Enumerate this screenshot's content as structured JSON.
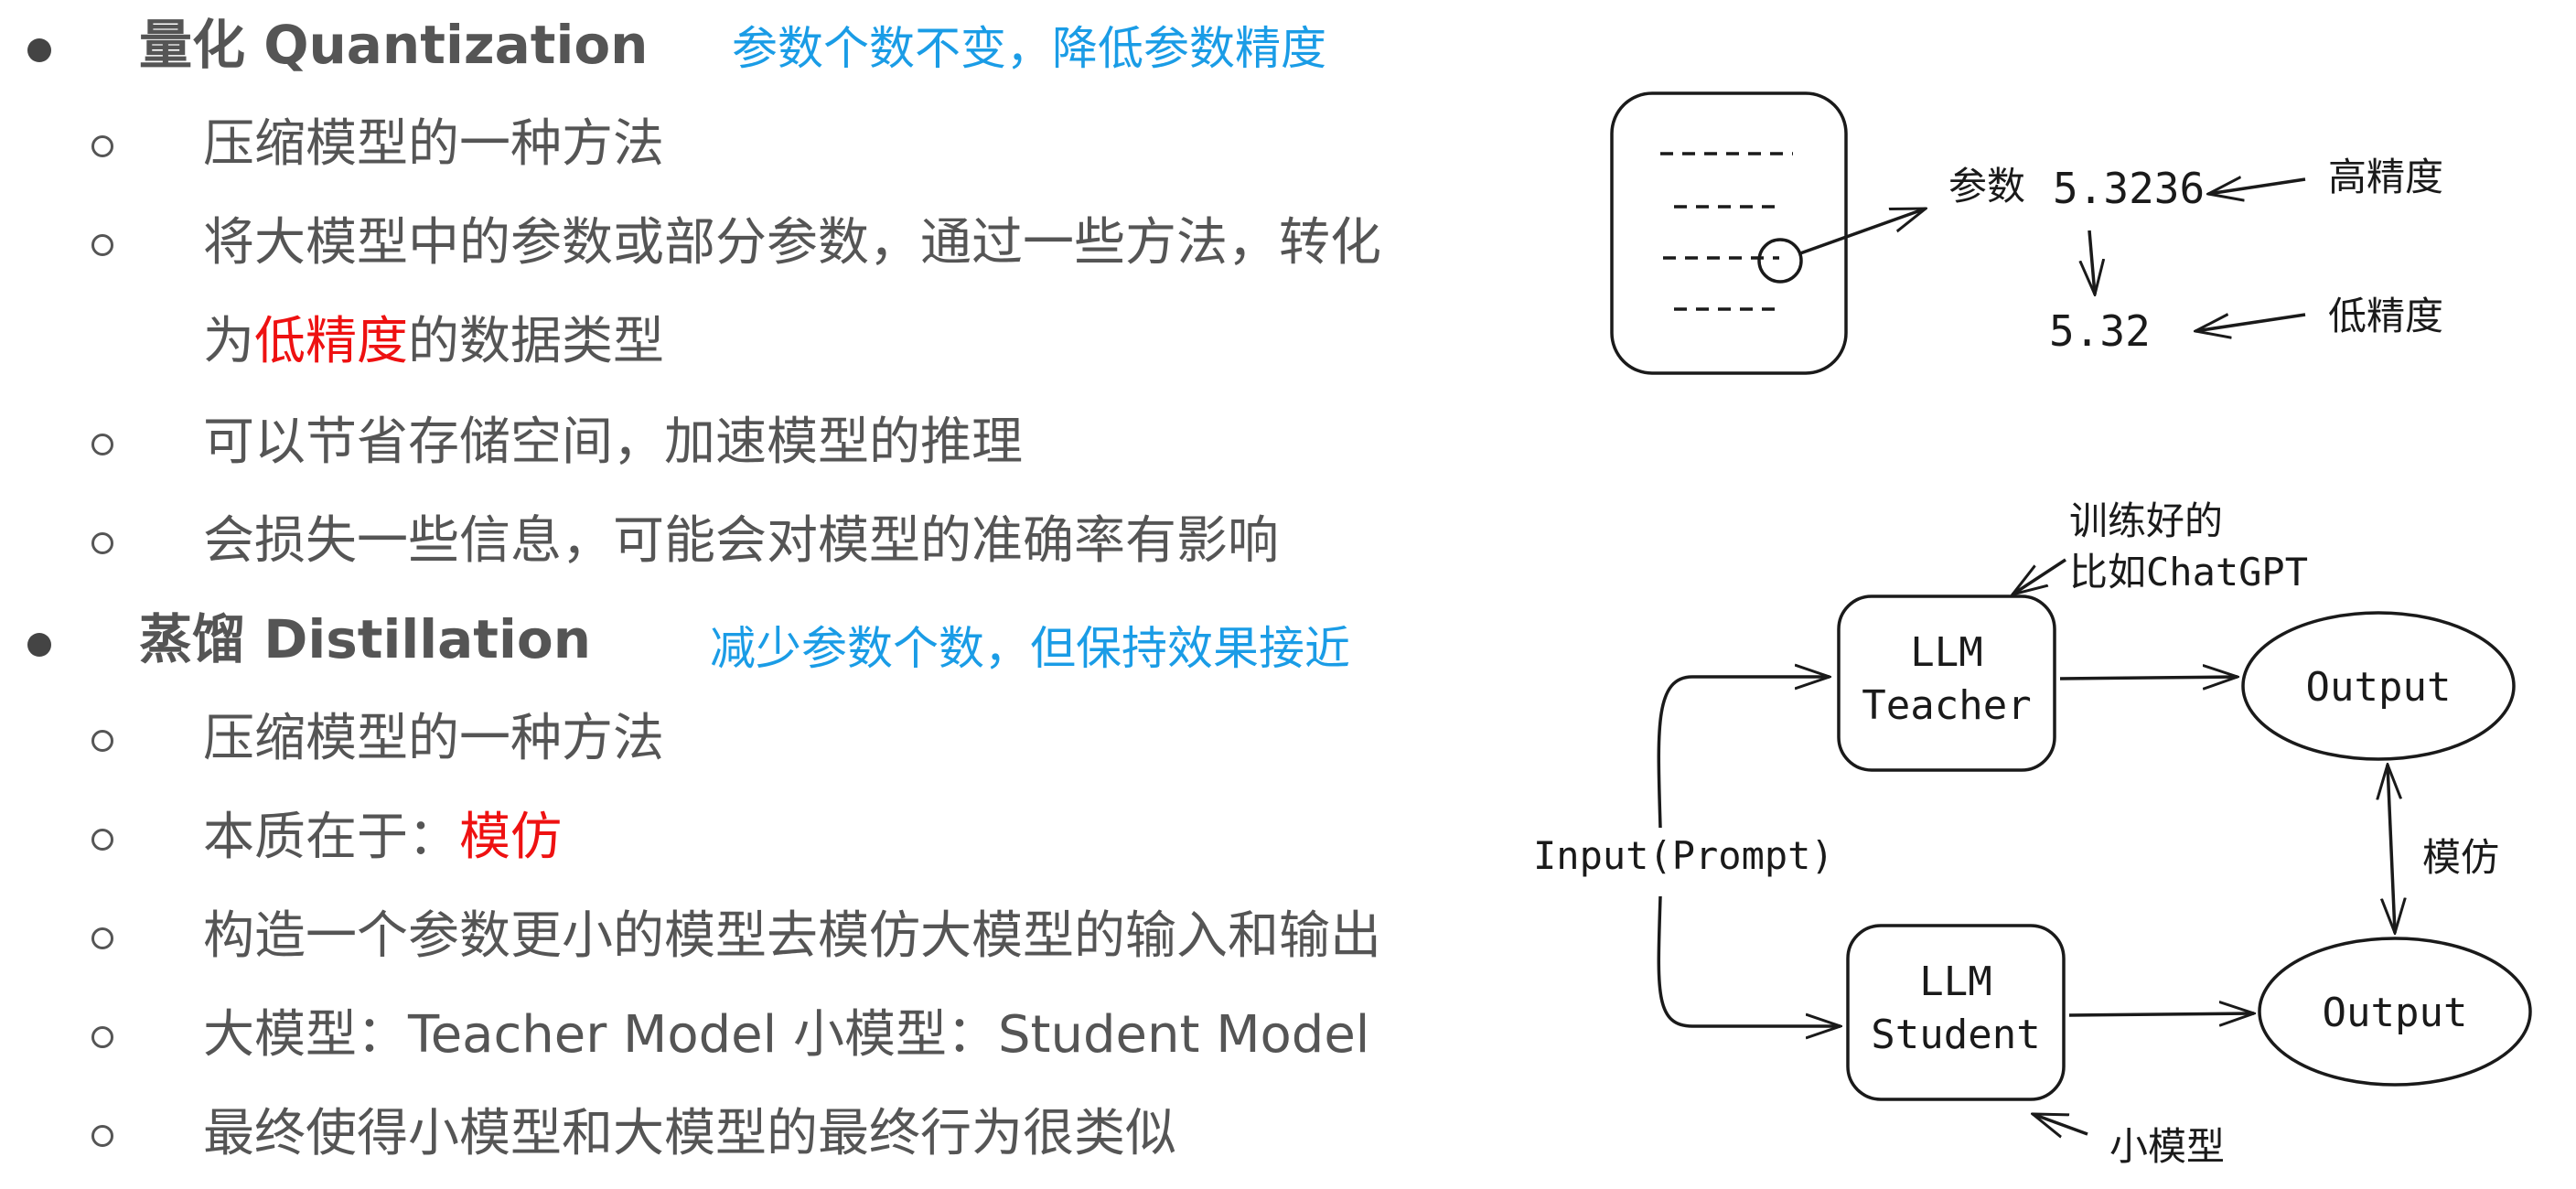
{
  "quantization": {
    "heading": "量化 Quantization",
    "note": "参数个数不变，降低参数精度",
    "items": [
      "压缩模型的一种方法",
      "将大模型中的参数或部分参数，通过一些方法，转化",
      "可以节省存储空间，加速模型的推理",
      "会损失一些信息，可能会对模型的准确率有影响"
    ],
    "item2_cont": {
      "before": "为",
      "highlight": "低精度",
      "after": "的数据类型"
    }
  },
  "distillation": {
    "heading": "蒸馏 Distillation",
    "note": "减少参数个数，但保持效果接近",
    "items": [
      "压缩模型的一种方法",
      "本质在于：",
      "构造一个参数更小的模型去模仿大模型的输入和输出",
      "大模型：Teacher Model 小模型：Student Model",
      "最终使得小模型和大模型的最终行为很类似"
    ],
    "item2_highlight": "模仿"
  },
  "quant_diagram": {
    "param_label": "参数",
    "high_value": "5.3236",
    "high_label": "高精度",
    "low_value": "5.32",
    "low_label": "低精度"
  },
  "distill_diagram": {
    "trained_line1": "训练好的",
    "trained_line2": "比如ChatGPT",
    "teacher_line1": "LLM",
    "teacher_line2": "Teacher",
    "student_line1": "LLM",
    "student_line2": "Student",
    "output_top": "Output",
    "output_bottom": "Output",
    "input_label": "Input(Prompt)",
    "imitate_label": "模仿",
    "small_model_label": "小模型"
  }
}
